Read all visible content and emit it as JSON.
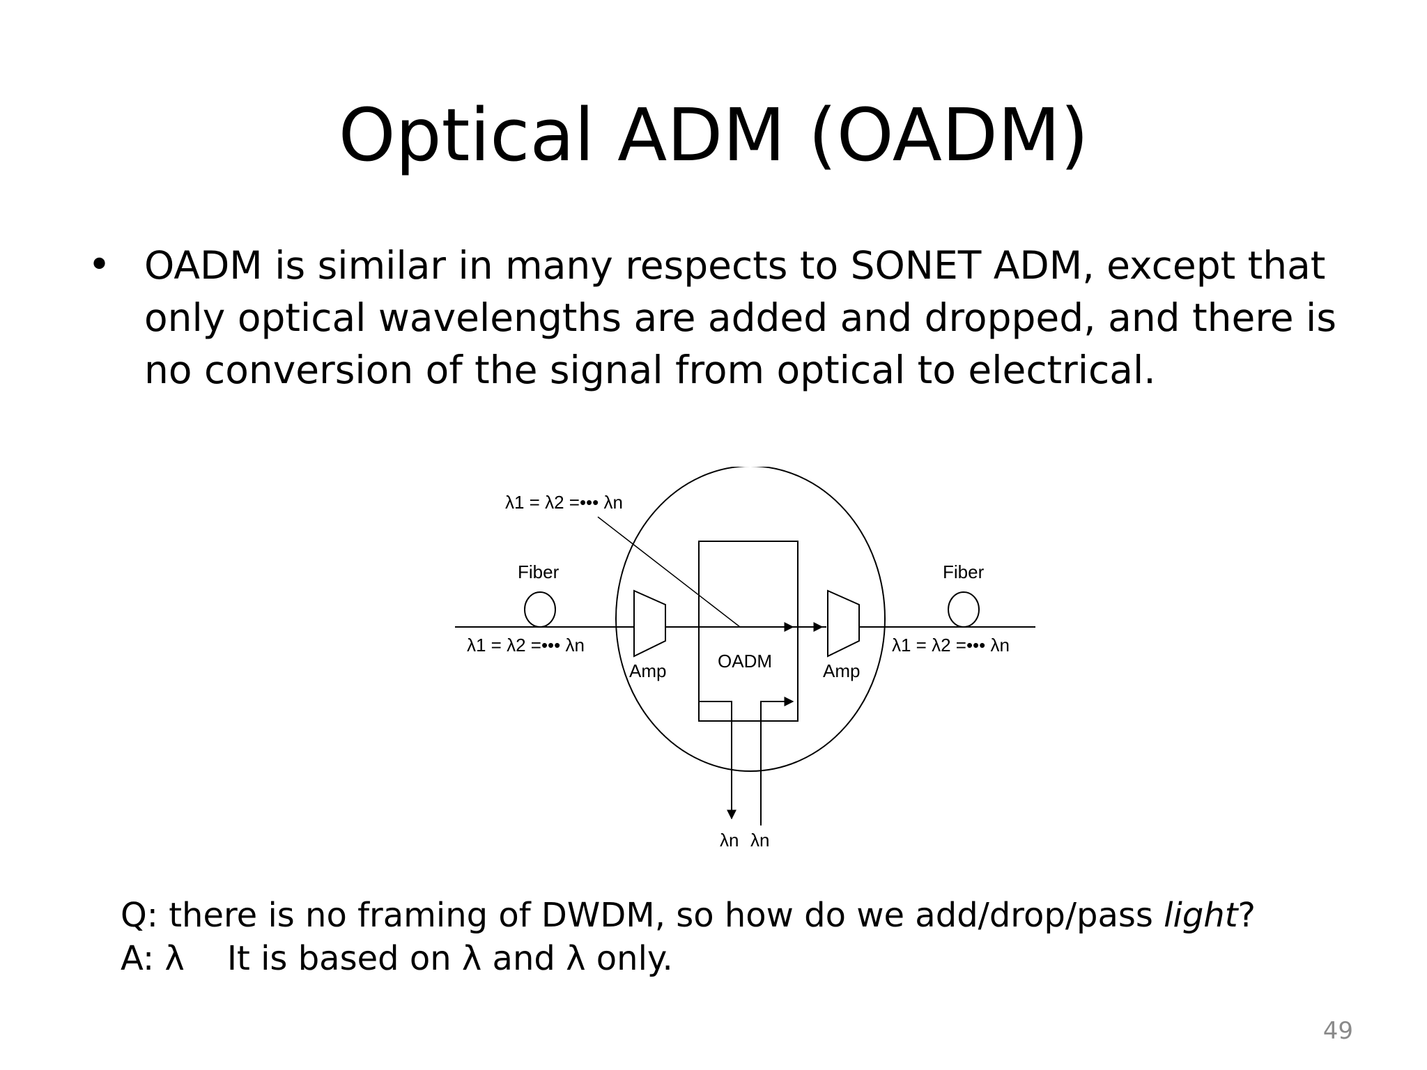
{
  "slide": {
    "title": "Optical ADM (OADM)",
    "bullet": "OADM is similar in many respects to SONET ADM, except that only optical wavelengths are added and dropped, and there is no conversion of the signal from optical to electrical.",
    "question_prefix": "Q: there is no framing of DWDM, so how do we add/drop/pass ",
    "question_emph": "light",
    "question_suffix": "?",
    "answer": "A: λ    It is based on λ and λ only.",
    "page_number": "49"
  },
  "diagram": {
    "lambda_top": "λ1 = λ2 =••• λn",
    "lambda_left": "λ1 = λ2 =••• λn",
    "lambda_right": "λ1 = λ2 =••• λn",
    "fiber_left": "Fiber",
    "fiber_right": "Fiber",
    "amp_left": "Amp",
    "amp_right": "Amp",
    "oadm_label": "OADM",
    "drop_lambda": "λn",
    "add_lambda": "λn"
  }
}
